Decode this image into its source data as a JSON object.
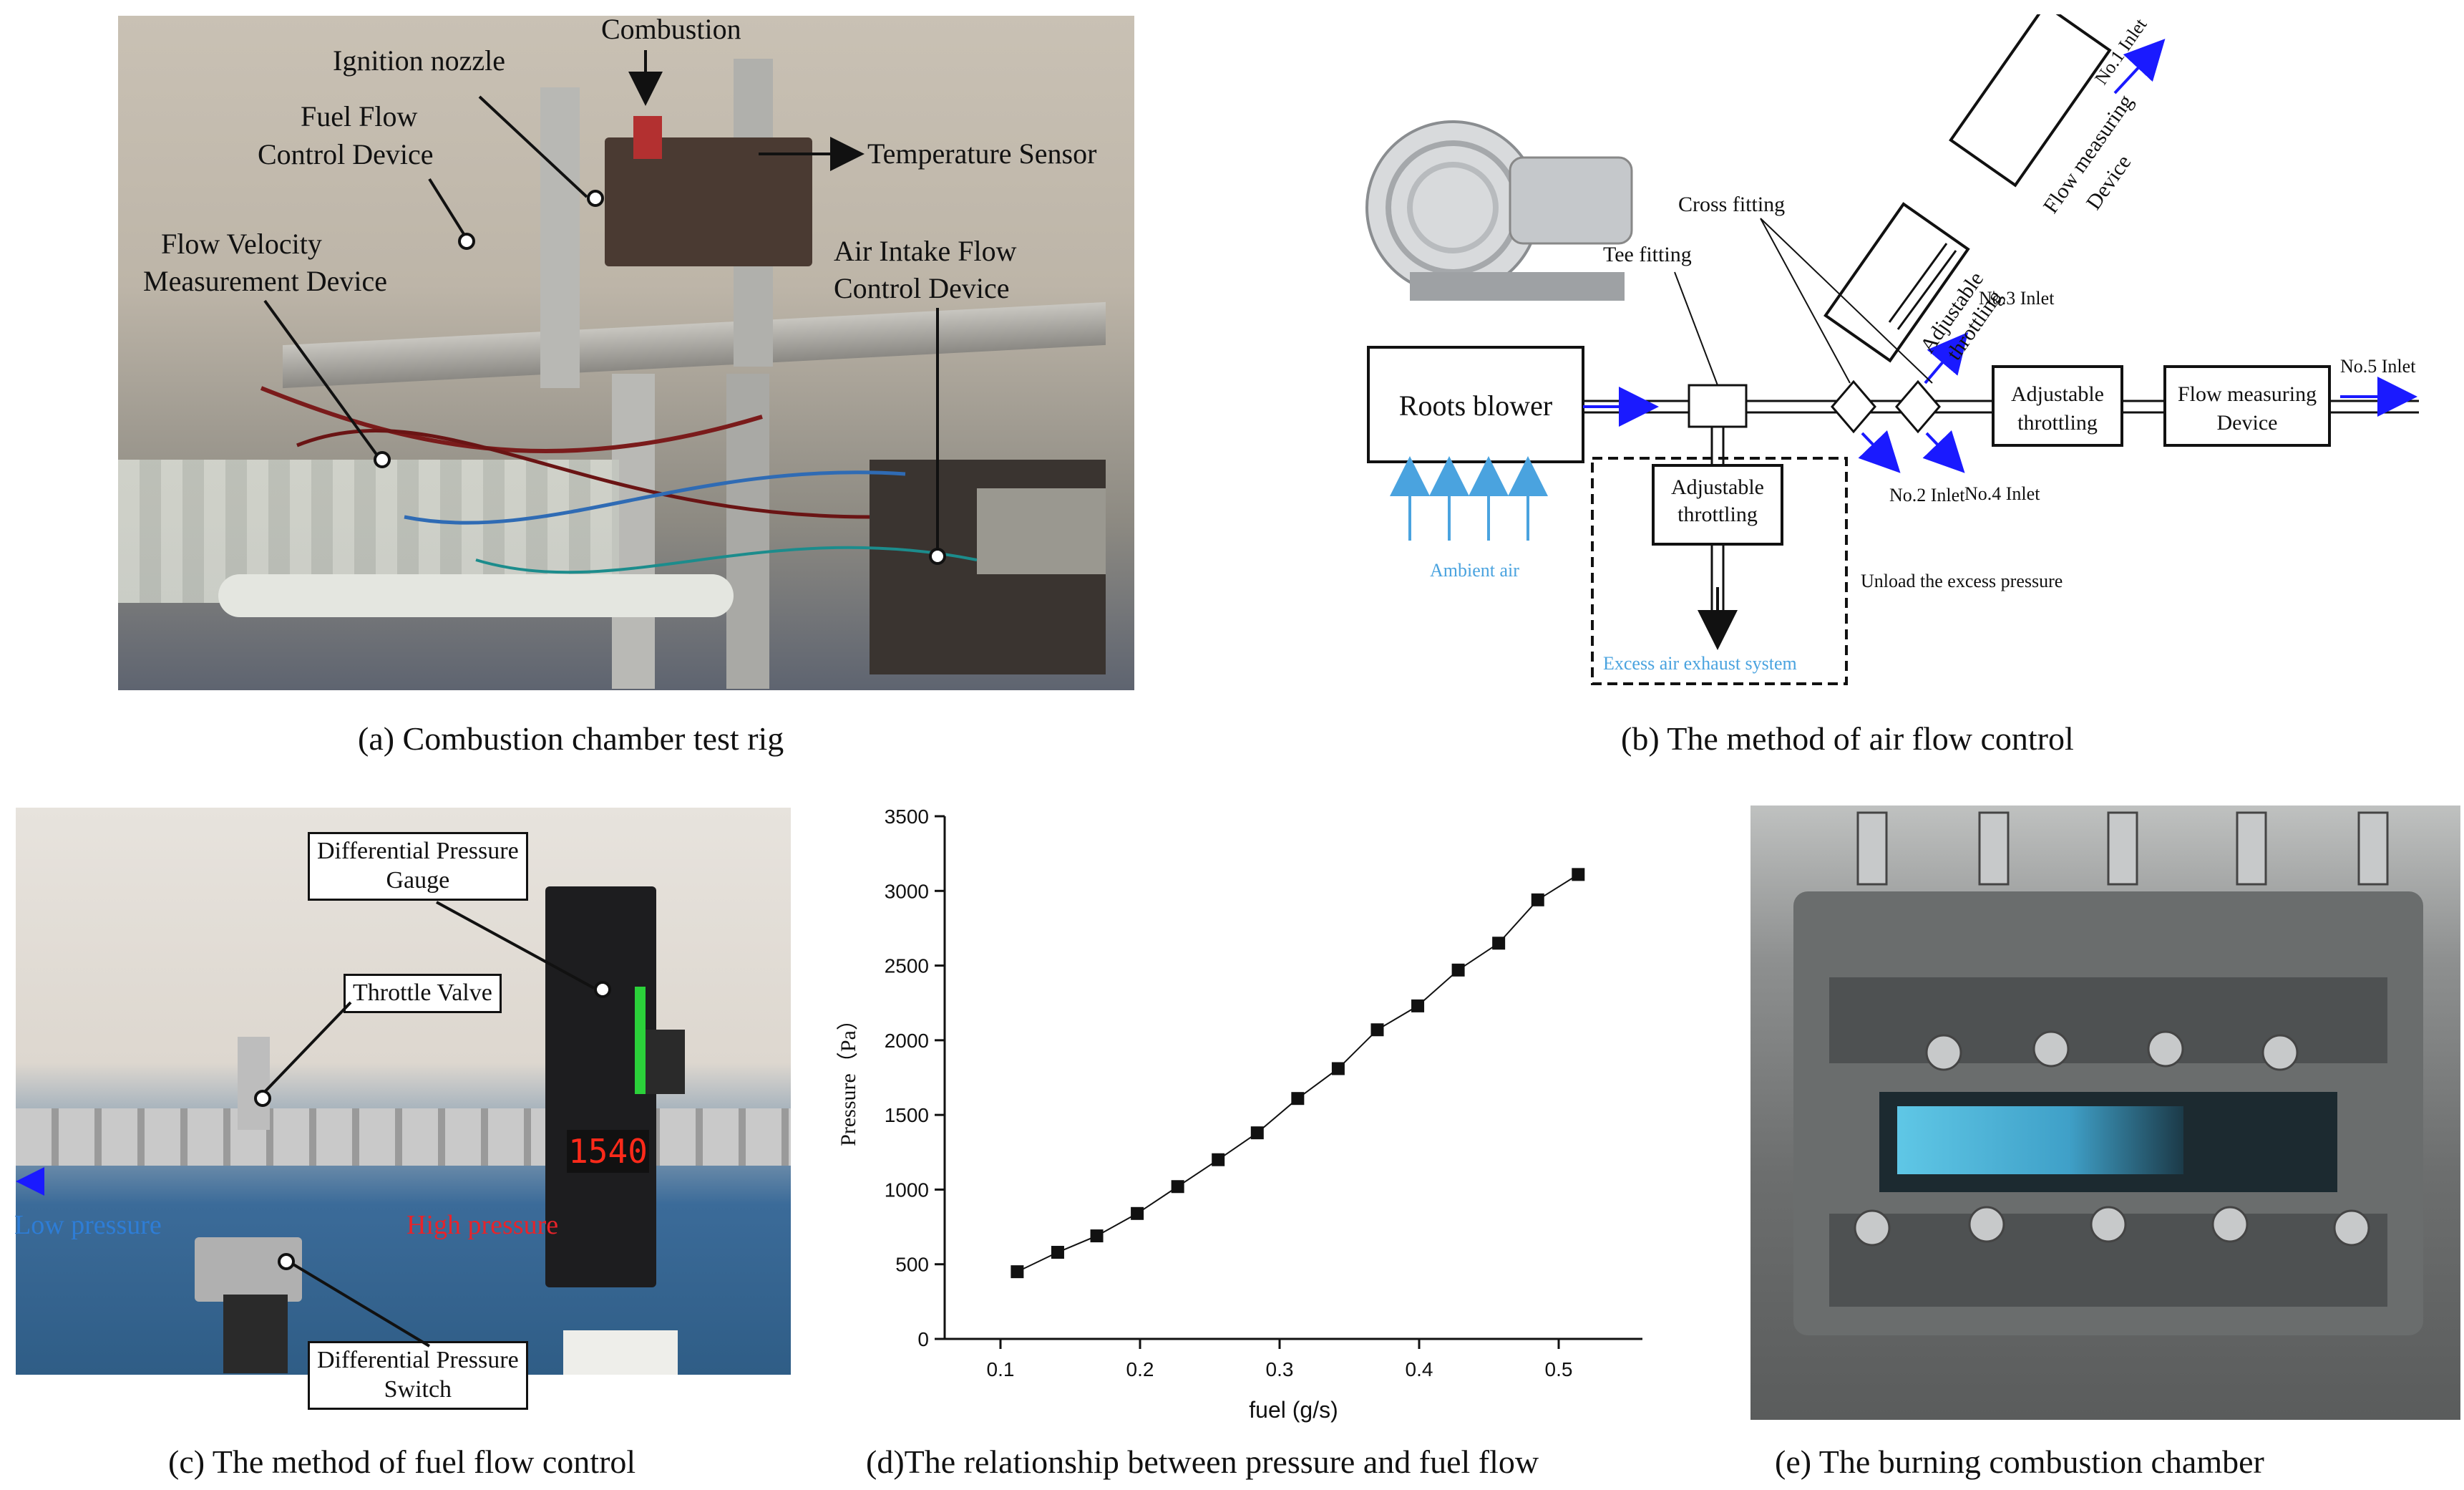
{
  "panel_a": {
    "caption": "(a) Combustion chamber test rig",
    "labels": {
      "combustion": "Combustion",
      "ignition_nozzle": "Ignition nozzle",
      "fuel_flow_1": "Fuel Flow",
      "fuel_flow_2": "Control Device",
      "temperature_sensor": "Temperature Sensor",
      "flow_velocity_1": "Flow Velocity",
      "flow_velocity_2": "Measurement Device",
      "air_intake_1": "Air Intake Flow",
      "air_intake_2": "Control Device"
    }
  },
  "panel_b": {
    "caption": "(b) The method of air flow control",
    "roots_blower": "Roots blower",
    "tee_fitting": "Tee fitting",
    "cross_fitting": "Cross fitting",
    "adjustable_throttling_1": "Adjustable",
    "adjustable_throttling_2": "throttling",
    "flow_measuring_1": "Flow measuring",
    "flow_measuring_2": "Device",
    "no1_inlet": "No.1 Inlet",
    "no2_inlet": "No.2 Inlet",
    "no3_inlet": "No.3 Inlet",
    "no4_inlet": "No.4 Inlet",
    "no5_inlet": "No.5 Inlet",
    "ambient_air": "Ambient air",
    "excess_air_exhaust": "Excess air exhaust system",
    "unload_excess": "Unload the excess pressure"
  },
  "panel_c": {
    "caption": "(c) The method of fuel flow control",
    "dp_gauge_1": "Differential Pressure",
    "dp_gauge_2": "Gauge",
    "throttle_valve": "Throttle Valve",
    "dp_switch_1": "Differential Pressure",
    "dp_switch_2": "Switch",
    "low_pressure": "Low pressure",
    "high_pressure": "High pressure",
    "display_value": "1540"
  },
  "panel_d": {
    "caption": "(d)The relationship between pressure and fuel flow"
  },
  "panel_e": {
    "caption": "(e) The burning combustion chamber"
  },
  "colors": {
    "arrow_blue": "#1a1aff",
    "ambient_blue": "#4aa3df",
    "high_pressure_red": "#e8232a",
    "flame_blue": "#3fa0c8"
  },
  "chart_data": {
    "type": "scatter",
    "title": "",
    "xlabel": "fuel (g/s)",
    "ylabel": "Pressure（Pa）",
    "xlim": [
      0.06,
      0.56
    ],
    "ylim": [
      0,
      3500
    ],
    "xticks": [
      "0.1",
      "0.2",
      "0.3",
      "0.4",
      "0.5"
    ],
    "yticks": [
      "0",
      "500",
      "1000",
      "1500",
      "2000",
      "2500",
      "3000",
      "3500"
    ],
    "grid": false,
    "connected": true,
    "x": [
      0.112,
      0.141,
      0.169,
      0.198,
      0.227,
      0.256,
      0.284,
      0.313,
      0.342,
      0.37,
      0.399,
      0.428,
      0.457,
      0.485,
      0.514
    ],
    "y": [
      450,
      580,
      690,
      840,
      1020,
      1200,
      1380,
      1610,
      1810,
      2070,
      2230,
      2470,
      2650,
      2940,
      3110
    ]
  }
}
